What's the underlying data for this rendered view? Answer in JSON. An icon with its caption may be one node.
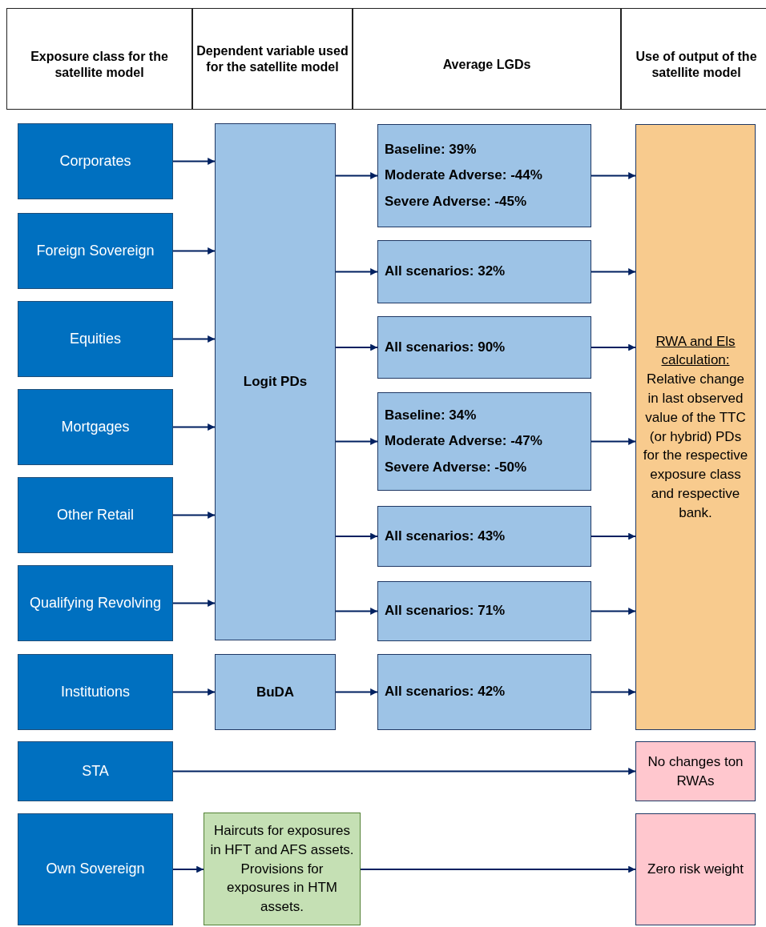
{
  "diagram": {
    "nodes": [
      {
        "text": [
          "Corporates"
        ]
      },
      {
        "text": [
          "Foreign Sovereign"
        ]
      },
      {
        "text": [
          "Equities"
        ]
      },
      {
        "text": [
          "Mortgages"
        ]
      },
      {
        "text": [
          "Other Retail"
        ]
      },
      {
        "text": [
          "Qualifying Revolving"
        ]
      },
      {
        "text": [
          "Institutions"
        ]
      },
      {
        "text": [
          "STA"
        ]
      },
      {
        "text": [
          "Own Sovereign"
        ]
      },
      {
        "text": [
          "Logit PDs"
        ]
      },
      {
        "text": [
          "BuDA"
        ]
      },
      {
        "text": [
          "Haircuts for exposures in HFT and AFS assets. Provisions for exposures in HTM assets."
        ]
      },
      {
        "text": [
          "Baseline: 39%",
          "Moderate Adverse: -44%",
          "Severe Adverse: -45%"
        ]
      },
      {
        "text": [
          "All scenarios: 32%"
        ]
      },
      {
        "text": [
          "All scenarios: 90%"
        ]
      },
      {
        "text": [
          "Baseline: 34%",
          "Moderate Adverse: -47%",
          "Severe Adverse: -50%"
        ]
      },
      {
        "text": [
          "All scenarios: 43%"
        ]
      },
      {
        "text": [
          "All scenarios: 71%"
        ]
      },
      {
        "text": [
          "All scenarios: 42%"
        ]
      },
      {
        "text": [
          "RWA and Els calculation:",
          "Relative change in last observed value of the TTC (or hybrid) PDs for the respective exposure class and respective bank."
        ]
      },
      {
        "text": [
          "No changes ton RWAs"
        ]
      },
      {
        "text": [
          "Zero risk weight"
        ]
      }
    ],
    "edges": [
      {
        "from": 0,
        "to": 9,
        "arrow": "to"
      },
      {
        "from": 1,
        "to": 9,
        "arrow": "to"
      },
      {
        "from": 2,
        "to": 9,
        "arrow": "to"
      },
      {
        "from": 3,
        "to": 9,
        "arrow": "to"
      },
      {
        "from": 4,
        "to": 9,
        "arrow": "to"
      },
      {
        "from": 5,
        "to": 9,
        "arrow": "to"
      },
      {
        "from": 6,
        "to": 10,
        "arrow": "to"
      },
      {
        "from": 9,
        "to": 12,
        "arrow": "to"
      },
      {
        "from": 9,
        "to": 13,
        "arrow": "to"
      },
      {
        "from": 9,
        "to": 14,
        "arrow": "to"
      },
      {
        "from": 9,
        "to": 15,
        "arrow": "to"
      },
      {
        "from": 9,
        "to": 16,
        "arrow": "to"
      },
      {
        "from": 9,
        "to": 17,
        "arrow": "to"
      },
      {
        "from": 10,
        "to": 18,
        "arrow": "to"
      },
      {
        "from": 12,
        "to": 19,
        "arrow": "to"
      },
      {
        "from": 13,
        "to": 19,
        "arrow": "to"
      },
      {
        "from": 14,
        "to": 19,
        "arrow": "to"
      },
      {
        "from": 15,
        "to": 19,
        "arrow": "to"
      },
      {
        "from": 16,
        "to": 19,
        "arrow": "to"
      },
      {
        "from": 17,
        "to": 19,
        "arrow": "to"
      },
      {
        "from": 18,
        "to": 19,
        "arrow": "to"
      },
      {
        "from": 7,
        "to": 20,
        "arrow": "to"
      },
      {
        "from": 8,
        "to": 11,
        "arrow": "to"
      },
      {
        "from": 11,
        "to": 21,
        "arrow": "to"
      }
    ],
    "labels": [
      "Exposure class for the satellite model",
      "Dependent variable used for the satellite model",
      "Average LGDs",
      "Use of output of the satellite model"
    ]
  }
}
